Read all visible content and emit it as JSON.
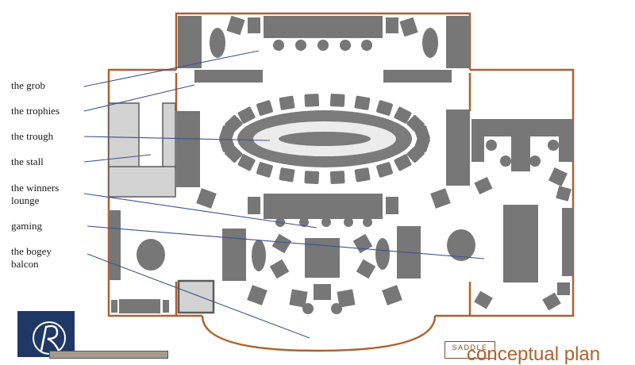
{
  "labels": [
    {
      "text": "the grob"
    },
    {
      "text": "the trophies"
    },
    {
      "text": "the trough"
    },
    {
      "text": "the stall"
    },
    {
      "text": "the winners\nlounge"
    },
    {
      "text": "gaming"
    },
    {
      "text": "the bogey\nbalcon"
    }
  ],
  "brand": {
    "name": "SADDLE"
  },
  "title": {
    "text": "conceptual plan"
  },
  "colors": {
    "wall": "#b0602c",
    "furniture": "#777777",
    "pointer": "#3d5390",
    "logo": "#1f3866"
  },
  "icons": {
    "logo": "monogram-logo-icon"
  }
}
